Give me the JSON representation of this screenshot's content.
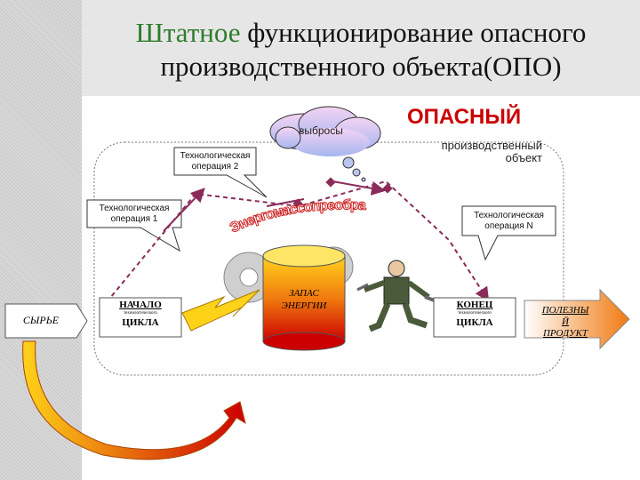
{
  "title": {
    "accent": "Штатное",
    "rest_line1": " функционирование опасного",
    "line2": "производственного объекта(ОПО)"
  },
  "cloud": {
    "label": "выбросы"
  },
  "heading": {
    "dangerous": "ОПАСНЫЙ",
    "sub1": "производственный",
    "sub2": "объект"
  },
  "operations": [
    {
      "label": "Технологическая\nоперация 2"
    },
    {
      "label": "Технологическая\nоперация 1"
    },
    {
      "label": "Технологическая\nоперация N"
    }
  ],
  "curved_text": "Энергомассопреобразование",
  "raw": {
    "label": "СЫРЬЕ"
  },
  "start": {
    "top": "НАЧАЛО",
    "small": "технологического",
    "bottom": "ЦИКЛА"
  },
  "end": {
    "top": "КОНЕЦ",
    "small": "технологического",
    "bottom": "ЦИКЛА"
  },
  "energy": {
    "line1": "ЗАПАС",
    "line2": "ЭНЕРГИИ"
  },
  "product": {
    "line1": "ПОЛЕЗНЫ",
    "line2": "Й",
    "line3": "ПРОДУКТ"
  },
  "colors": {
    "accent": "#2e7d2e",
    "danger": "#cc0000",
    "arrow": "#8a2b5a",
    "energy_top": "#ffd21a",
    "energy_bottom": "#cc0000"
  }
}
